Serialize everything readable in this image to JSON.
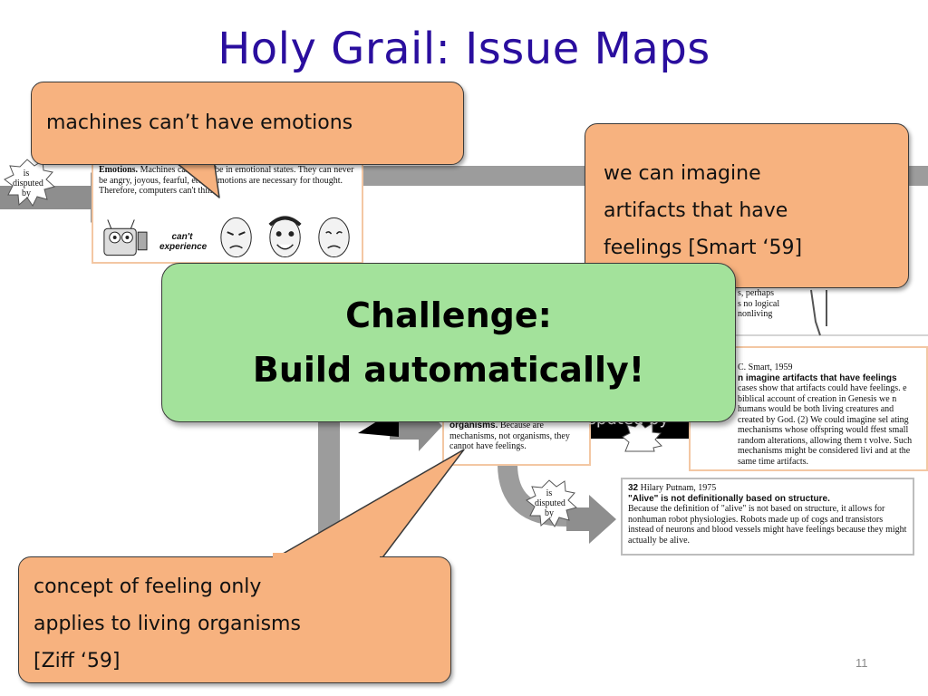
{
  "slide": {
    "title": "Holy Grail: Issue Maps",
    "page_number": "11"
  },
  "callouts": {
    "top_left": "machines can’t have emotions",
    "top_right": "we can imagine\nartifacts that have\nfeelings [Smart ‘59]",
    "bottom_left": "concept of feeling only\napplies to living organisms\n[Ziff ‘59]"
  },
  "challenge": {
    "line1": "Challenge:",
    "line2": "Build automatically!"
  },
  "map": {
    "relation_label": "is disputed by",
    "burst_text": "is\ndisputed\nby",
    "emotions_box": {
      "heading": "Emotions.",
      "body_a": "Machines can never be in emotional states. They can never be angry, joyous, fearful, etc.). Emotions are necessary for thought. Therefore, computers can't think.",
      "caption": "can't experience"
    },
    "middle_fragment": {
      "line1": "s, perhaps",
      "line2": "s no logical",
      "line3": "nonliving"
    },
    "organisms_box": {
      "heading": "organisms.",
      "body": "Because are mechanisms, not organisms, they cannot have feelings."
    },
    "smart_box": {
      "author": "C. Smart, 1959",
      "heading": "n imagine artifacts that have feelings",
      "body": "cases show that artifacts could have feelings. e biblical account of creation in Genesis we n humans would be both living creatures and created by God. (2) We could imagine sel ating mechanisms whose offspring would ffest small random alterations, allowing them t volve. Such mechanisms might be considered livi and at the same time artifacts."
    },
    "putnam_box": {
      "number": "32",
      "author": "Hilary Putnam, 1975",
      "heading": "\"Alive\" is not definitionally based on structure.",
      "body": "Because the definition of \"alive\" is not based on structure, it allows for nonhuman robot physiologies. Robots made up of cogs and transistors instead of neurons and blood vessels might have feelings because they might actually be alive."
    }
  },
  "colors": {
    "title": "#2a0e9e",
    "callout_fill": "#f7b27f",
    "challenge_fill": "#a3e29b",
    "map_gray": "#9c9c9c"
  }
}
